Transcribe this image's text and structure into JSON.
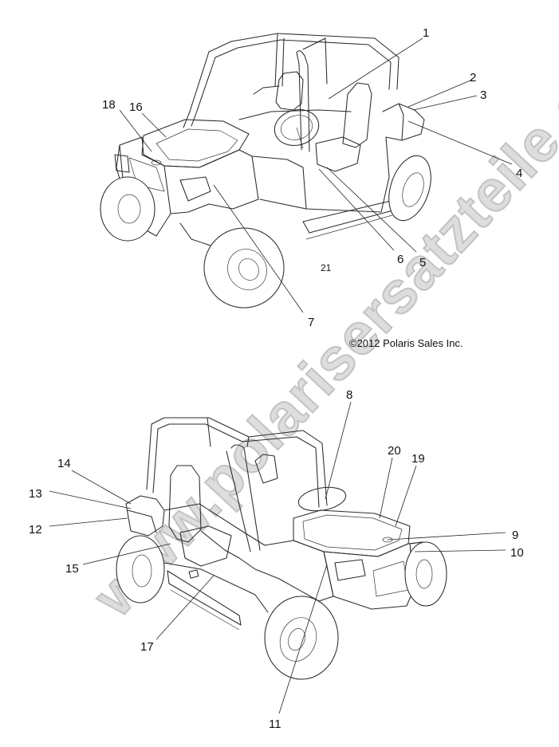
{
  "copyright": "©2012 Polaris Sales Inc.",
  "watermark": "www.polarisersatzteile.de",
  "callouts": {
    "c1": "1",
    "c2": "2",
    "c3": "3",
    "c4": "4",
    "c5": "5",
    "c6": "6",
    "c7": "7",
    "c8": "8",
    "c9": "9",
    "c10": "10",
    "c11": "11",
    "c12": "12",
    "c13": "13",
    "c14": "14",
    "c15": "15",
    "c16": "16",
    "c17": "17",
    "c18": "18",
    "c19": "19",
    "c20": "20",
    "c21": "21"
  }
}
